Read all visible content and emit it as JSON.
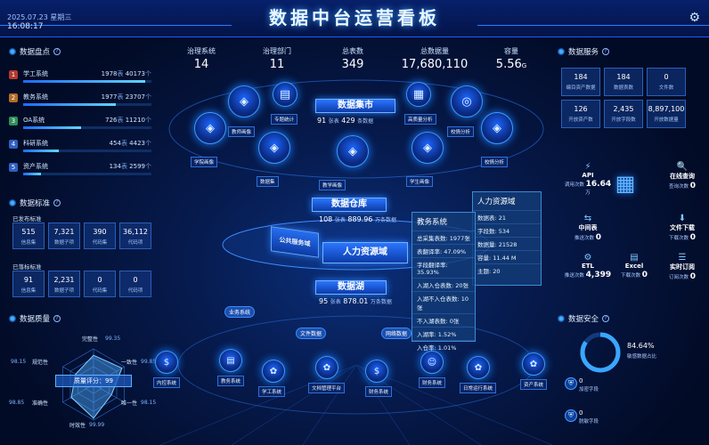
{
  "header": {
    "title": "数据中台运营看板",
    "date": "2025.07.23 星期三",
    "time": "16:08:17"
  },
  "kpis": [
    {
      "label": "治理系统",
      "value": "14",
      "unit": ""
    },
    {
      "label": "治理部门",
      "value": "11",
      "unit": ""
    },
    {
      "label": "总表数",
      "value": "349",
      "unit": ""
    },
    {
      "label": "总数据量",
      "value": "17,680,110",
      "unit": ""
    },
    {
      "label": "容量",
      "value": "5.56",
      "unit": "G"
    }
  ],
  "inventory": {
    "title": "数据盘点",
    "items": [
      {
        "num": "1",
        "name": "学工系统",
        "v1": "1978",
        "u1": "表",
        "v2": "40173",
        "u2": "个",
        "fill": 0.95,
        "color": "#b23a2e"
      },
      {
        "num": "2",
        "name": "教务系统",
        "v1": "1977",
        "u1": "表",
        "v2": "23707",
        "u2": "个",
        "fill": 0.72,
        "color": "#b26d25"
      },
      {
        "num": "3",
        "name": "OA系统",
        "v1": "726",
        "u1": "表",
        "v2": "11210",
        "u2": "个",
        "fill": 0.45,
        "color": "#2e8f57"
      },
      {
        "num": "4",
        "name": "科研系统",
        "v1": "454",
        "u1": "表",
        "v2": "4423",
        "u2": "个",
        "fill": 0.28,
        "color": "#2f5fc4"
      },
      {
        "num": "5",
        "name": "资产系统",
        "v1": "134",
        "u1": "表",
        "v2": "2599",
        "u2": "个",
        "fill": 0.14,
        "color": "#2f5fc4"
      }
    ]
  },
  "standards": {
    "title": "数据标准",
    "published": {
      "label": "已发布标准",
      "cards": [
        {
          "v": "515",
          "l": "信息集"
        },
        {
          "v": "7,321",
          "l": "数据子项"
        },
        {
          "v": "390",
          "l": "代码集"
        },
        {
          "v": "36,112",
          "l": "代码项"
        }
      ]
    },
    "mapped": {
      "label": "已落标标准",
      "cards": [
        {
          "v": "91",
          "l": "信息集"
        },
        {
          "v": "2,231",
          "l": "数据子项"
        },
        {
          "v": "0",
          "l": "代码集"
        },
        {
          "v": "0",
          "l": "代码项"
        }
      ]
    }
  },
  "quality": {
    "title": "数据质量",
    "center_label": "质量评分：",
    "center_score": "99",
    "dims": [
      {
        "name": "完整性",
        "value": "99.35"
      },
      {
        "name": "一致性",
        "value": "99.85"
      },
      {
        "name": "唯一性",
        "value": "98.15"
      },
      {
        "name": "时效性",
        "value": "99.99"
      },
      {
        "name": "准确性",
        "value": "98.85"
      },
      {
        "name": "规范性",
        "value": "98.15"
      }
    ]
  },
  "center": {
    "market": {
      "title": "数据集市",
      "tables": "91",
      "tables_unit": "张表",
      "records": "429",
      "records_unit": "条数据"
    },
    "warehouse": {
      "title": "数据仓库",
      "tables": "108",
      "tables_unit": "张表",
      "records": "889.96",
      "records_unit": "万条数据"
    },
    "lake": {
      "title": "数据湖",
      "tables": "95",
      "tables_unit": "张表",
      "records": "878.01",
      "records_unit": "万条数据"
    },
    "domain_hr": "人力资源域",
    "domain_public": "公共服务域",
    "market_nodes": [
      "学院画像",
      "教师画像",
      "专题统计",
      "数据集",
      "教学画像",
      "高质量分析",
      "学生画像",
      "校情分析"
    ],
    "lake_tags": [
      "业务系统",
      "文件数据",
      "网络数据"
    ],
    "lake_nodes": [
      "内控系统",
      "教务系统",
      "学工系统",
      "文档管理平台",
      "财务系统",
      "财务系统",
      "日常运行系统",
      "资产系统"
    ]
  },
  "popup_edu": {
    "title": "教务系统",
    "rows": [
      "总采集表数: 1977张",
      "表翻译率: 47.09%",
      "字段翻译率: 35.93%",
      "入湖入仓表数: 20张",
      "入湖不入仓表数: 10张",
      "不入湖表数: 0张",
      "入湖率: 1.52%",
      "入仓率: 1.01%"
    ]
  },
  "popup_hr": {
    "title": "人力资源域",
    "rows": [
      "数据表: 21",
      "字段数: 534",
      "数据量: 21528",
      "容量: 11.44 M",
      "主题: 20"
    ]
  },
  "services": {
    "title": "数据服务",
    "cards": [
      {
        "v": "184",
        "l": "编目资产数据"
      },
      {
        "v": "184",
        "l": "数据表数"
      },
      {
        "v": "0",
        "l": "文件数"
      },
      {
        "v": "126",
        "l": "开放资产数"
      },
      {
        "v": "2,435",
        "l": "开放字段数"
      },
      {
        "v": "8,897,100",
        "l": "开放数据量"
      }
    ],
    "items": [
      {
        "label": "API",
        "sub": "调用次数",
        "val": "16.64",
        "unit": "万"
      },
      {
        "label": "在线查询",
        "sub": "查询次数",
        "val": "0",
        "unit": ""
      },
      {
        "label": "中间表",
        "sub": "推送次数",
        "val": "0",
        "unit": ""
      },
      {
        "label": "文件下载",
        "sub": "下载次数",
        "val": "0",
        "unit": ""
      },
      {
        "label": "ETL",
        "sub": "推送次数",
        "val": "4,399",
        "unit": ""
      },
      {
        "label": "Excel",
        "sub": "下载次数",
        "val": "0",
        "unit": ""
      },
      {
        "label": "实时订阅",
        "sub": "订阅次数",
        "val": "0",
        "unit": ""
      }
    ]
  },
  "security": {
    "title": "数据安全",
    "pct": "84.64%",
    "pct_value": 0.8464,
    "pct_label": "敏感数据占比",
    "items": [
      {
        "v": "0",
        "l": "加密字段"
      },
      {
        "v": "0",
        "l": "脱敏字段"
      }
    ]
  },
  "colors": {
    "accent": "#2a7dff",
    "bar": "#5fd6ff"
  }
}
